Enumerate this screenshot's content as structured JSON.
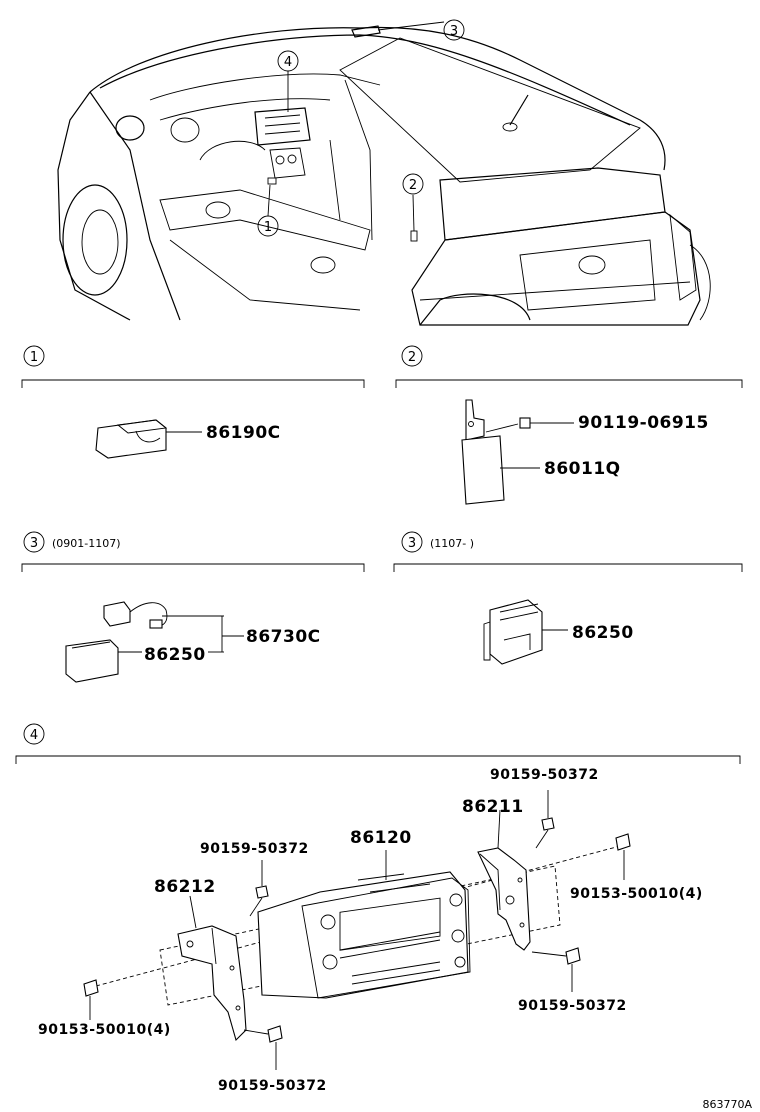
{
  "callouts": {
    "c1": "1",
    "c2": "2",
    "c3": "3",
    "c4": "4"
  },
  "sections": {
    "s1": {
      "number": "1",
      "range": ""
    },
    "s2": {
      "number": "2",
      "range": ""
    },
    "s3a": {
      "number": "3",
      "range": "(0901-1107)"
    },
    "s3b": {
      "number": "3",
      "range": "(1107-     )"
    },
    "s4": {
      "number": "4",
      "range": ""
    }
  },
  "parts": {
    "p86190C": "86190C",
    "p90119_06915": "90119-06915",
    "p86011Q": "86011Q",
    "p86730C": "86730C",
    "p86250a": "86250",
    "p86250b": "86250",
    "p86120": "86120",
    "p86211": "86211",
    "p86212": "86212",
    "p90159_top_right": "90159-50372",
    "p90159_top_left": "90159-50372",
    "p90153_right": "90153-50010(4)",
    "p90159_bottom_right": "90159-50372",
    "p90153_left": "90153-50010(4)",
    "p90159_bottom": "90159-50372"
  },
  "figure_code": "863770A"
}
